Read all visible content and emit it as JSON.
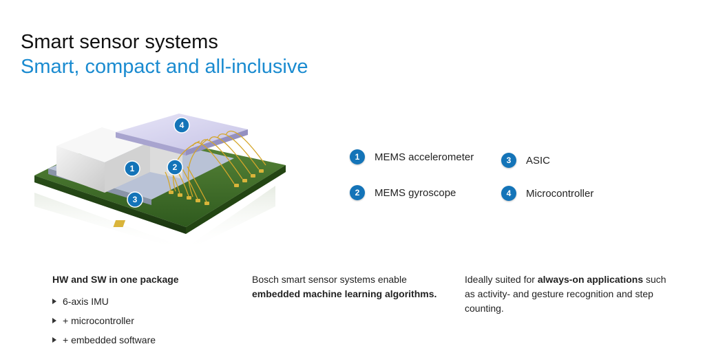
{
  "header": {
    "title": "Smart sensor systems",
    "subtitle": "Smart, compact and all-inclusive"
  },
  "diagram": {
    "badges": [
      "1",
      "2",
      "3",
      "4"
    ]
  },
  "legend": [
    {
      "num": "1",
      "label": "MEMS accelerometer"
    },
    {
      "num": "2",
      "label": "MEMS gyroscope"
    },
    {
      "num": "3",
      "label": "ASIC"
    },
    {
      "num": "4",
      "label": "Microcontroller"
    }
  ],
  "columns": {
    "hw_sw": {
      "heading": "HW and SW in one package",
      "bullets": [
        "6-axis IMU",
        "+ microcontroller",
        "+ embedded software"
      ]
    },
    "ml": {
      "text_before": "Bosch smart sensor systems enable ",
      "bold": "embedded machine learning algorithms."
    },
    "always_on": {
      "text_before": "Ideally suited for ",
      "bold": "always-on applications",
      "text_after": " such as activity- and gesture recognition and step counting."
    }
  },
  "colors": {
    "accent": "#1a8bd0",
    "badge": "#1474b8",
    "pcb": "#3f6b2a",
    "wire": "#d4a62a"
  }
}
